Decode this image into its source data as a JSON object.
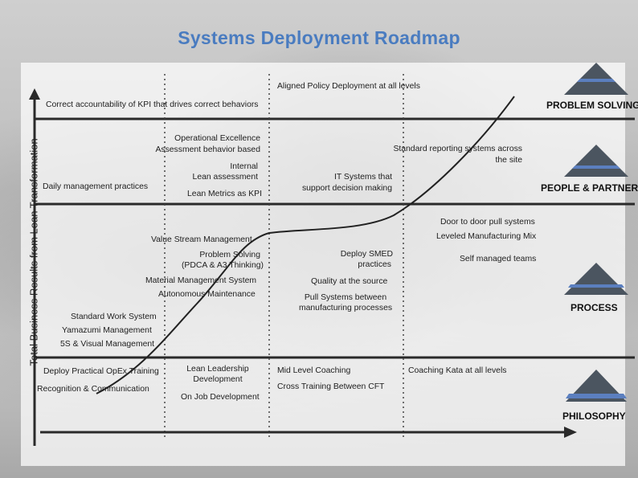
{
  "title": "Systems Deployment Roadmap",
  "y_axis_label": "Total Business Results from Lean Transformation",
  "categories": {
    "problem_solving": "PROBLEM SOLVING",
    "people_partners": "PEOPLE & PARTNERS",
    "process": "PROCESS",
    "philosophy": "PHILOSOPHY"
  },
  "items": {
    "aligned_policy": "Aligned Policy Deployment at all levels",
    "correct_accountability": "Correct  accountability  of KPI that drives correct behaviors",
    "operational_excellence_1": "Operational Excellence",
    "operational_excellence_2": "Assessment behavior based",
    "internal_lean_1": "Internal",
    "internal_lean_2": "Lean assessment",
    "lean_metrics": "Lean Metrics as KPI",
    "daily_management": "Daily management  practices",
    "standard_reporting_1": "Standard reporting systems across",
    "standard_reporting_2": "the site",
    "it_systems_1": "IT Systems that",
    "it_systems_2": "support decision making",
    "door_to_door": "Door to door pull systems",
    "leveled_mix": "Leveled Manufacturing Mix",
    "self_managed": "Self managed teams",
    "vsm": "Value Stream Management",
    "problem_solving_1": "Problem Solving",
    "problem_solving_2": "(PDCA & A3 Thinking)",
    "material_mgmt": "Material Management System",
    "autonomous": "Autonomous Maintenance",
    "deploy_smed_1": "Deploy SMED",
    "deploy_smed_2": "practices",
    "quality_source": "Quality at the source",
    "pull_systems_1": "Pull  Systems between",
    "pull_systems_2": "manufacturing processes",
    "standard_work": "Standard Work System",
    "yamazumi": "Yamazumi  Management",
    "five_s": "5S & Visual Management",
    "deploy_opex": "Deploy Practical  OpEx Training",
    "recognition": "Recognition & Communication",
    "lean_leadership_1": "Lean Leadership",
    "lean_leadership_2": "Development",
    "on_job": "On Job Development",
    "mid_level": "Mid Level Coaching",
    "cross_training": "Cross Training Between CFT",
    "coaching_kata": "Coaching Kata at all levels"
  },
  "colors": {
    "title": "#4a7cc0",
    "pyramid_dark": "#4b5560",
    "pyramid_band": "#5b7fbf",
    "lines": "#2a2a2a"
  }
}
